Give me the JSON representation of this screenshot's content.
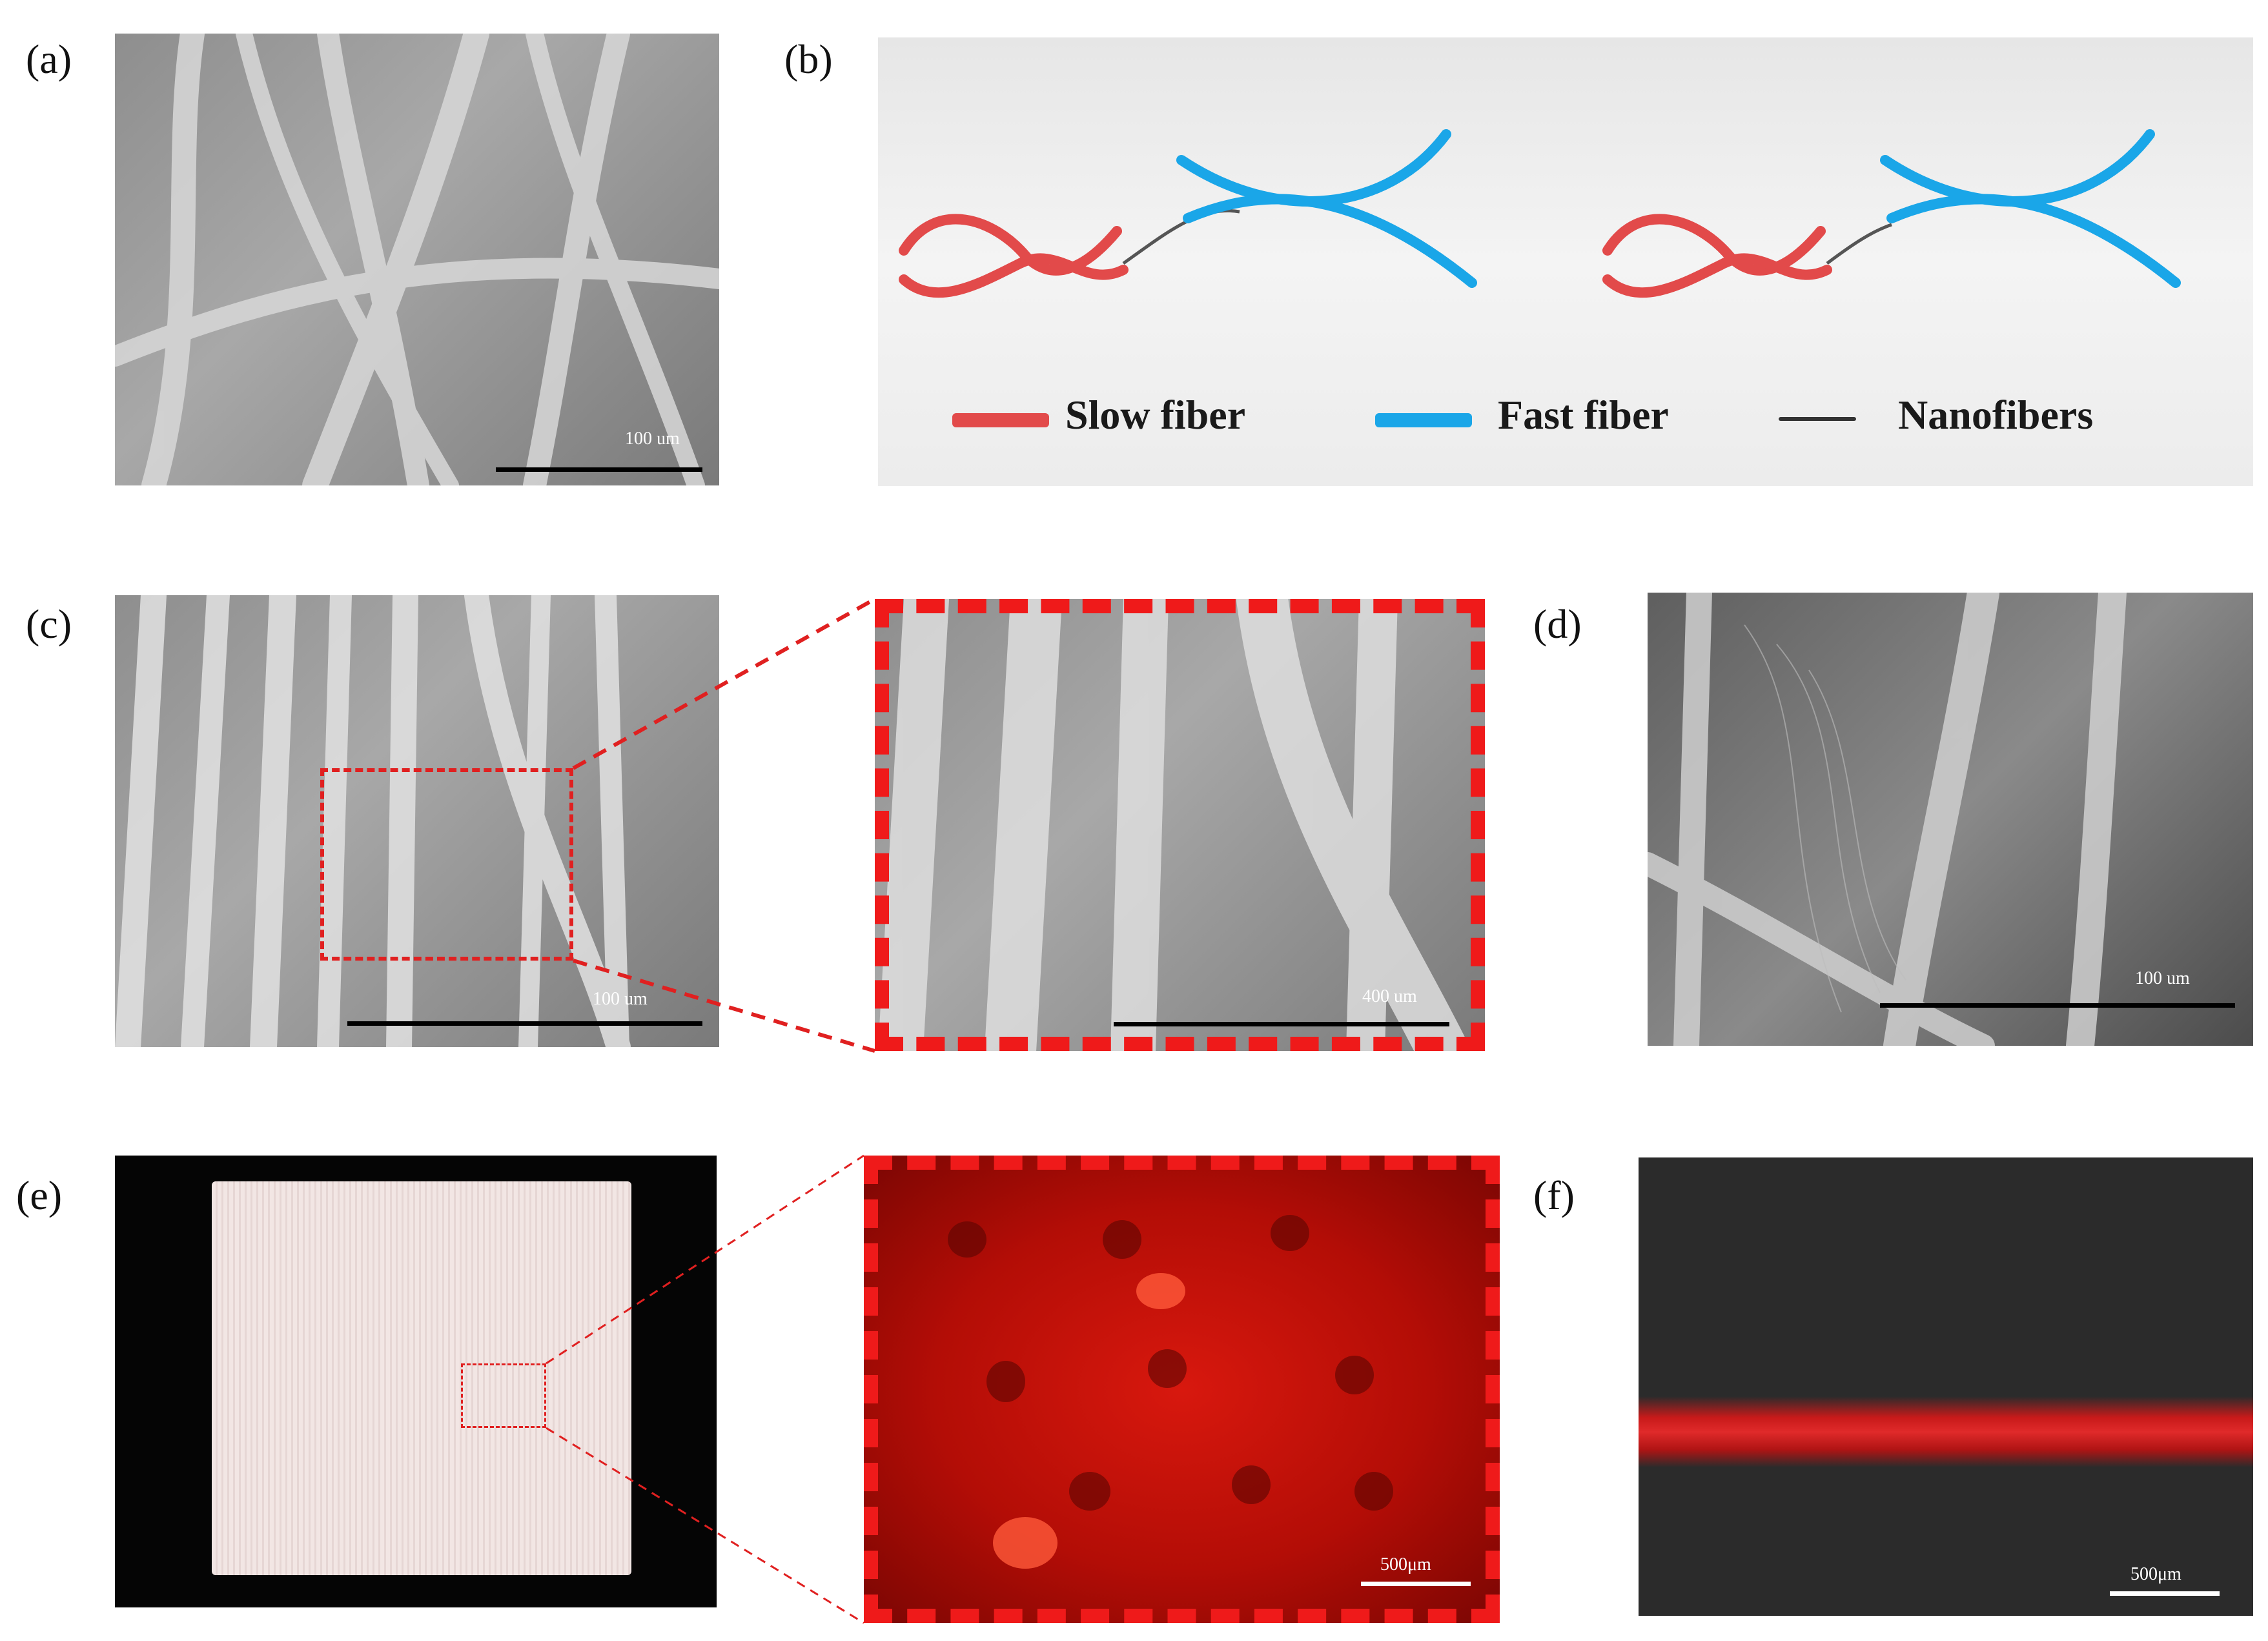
{
  "labels": {
    "a": "(a)",
    "b": "(b)",
    "c": "(c)",
    "d": "(d)",
    "e": "(e)",
    "f": "(f)"
  },
  "scale": {
    "a": "100 um",
    "c_left": "100 um",
    "c_right": "400 um",
    "d": "100 um",
    "e_right": "500μm",
    "f": "500μm"
  },
  "legend": {
    "slow": "Slow fiber",
    "fast": "Fast fiber",
    "nano": "Nanofibers"
  },
  "colors": {
    "slow": "#e24a4a",
    "fast": "#1aa6e8",
    "nano": "#333333",
    "zoom": "#e02020"
  }
}
